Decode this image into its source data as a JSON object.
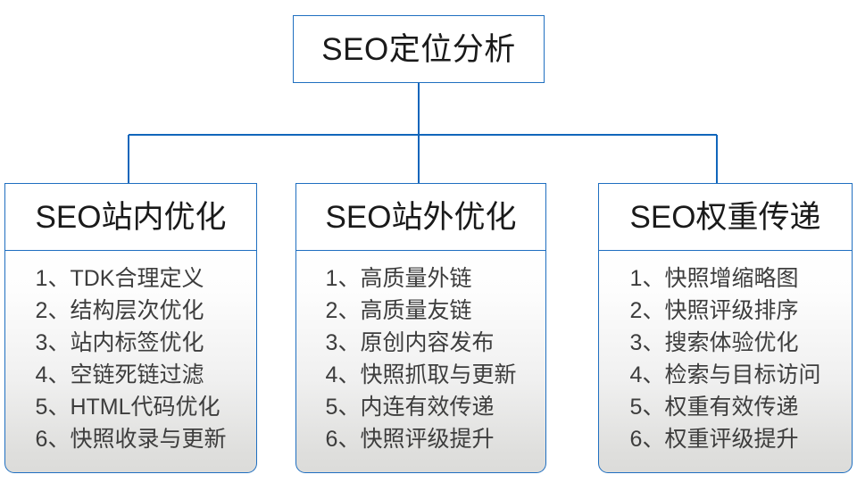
{
  "diagram": {
    "root": {
      "label": "SEO定位分析"
    },
    "theme": {
      "border_color": "#1F6FC0",
      "connector_color": "#1166BB",
      "header_fill": "#FFFFFF",
      "body_fill_top": "#FFFFFF",
      "body_fill_bottom": "#DCDCDA",
      "title_text_color": "#1A1A1A",
      "list_text_color": "#3D3D3D"
    },
    "branches": [
      {
        "title": "SEO站内优化",
        "items": [
          "1、TDK合理定义",
          "2、结构层次优化",
          "3、站内标签优化",
          "4、空链死链过滤",
          "5、HTML代码优化",
          "6、快照收录与更新"
        ]
      },
      {
        "title": "SEO站外优化",
        "items": [
          "1、高质量外链",
          "2、高质量友链",
          "3、原创内容发布",
          "4、快照抓取与更新",
          "5、内连有效传递",
          "6、快照评级提升"
        ]
      },
      {
        "title": "SEO权重传递",
        "items": [
          "1、快照增缩略图",
          "2、快照评级排序",
          "3、搜索体验优化",
          "4、检索与目标访问",
          "5、权重有效传递",
          "6、权重评级提升"
        ]
      }
    ]
  }
}
